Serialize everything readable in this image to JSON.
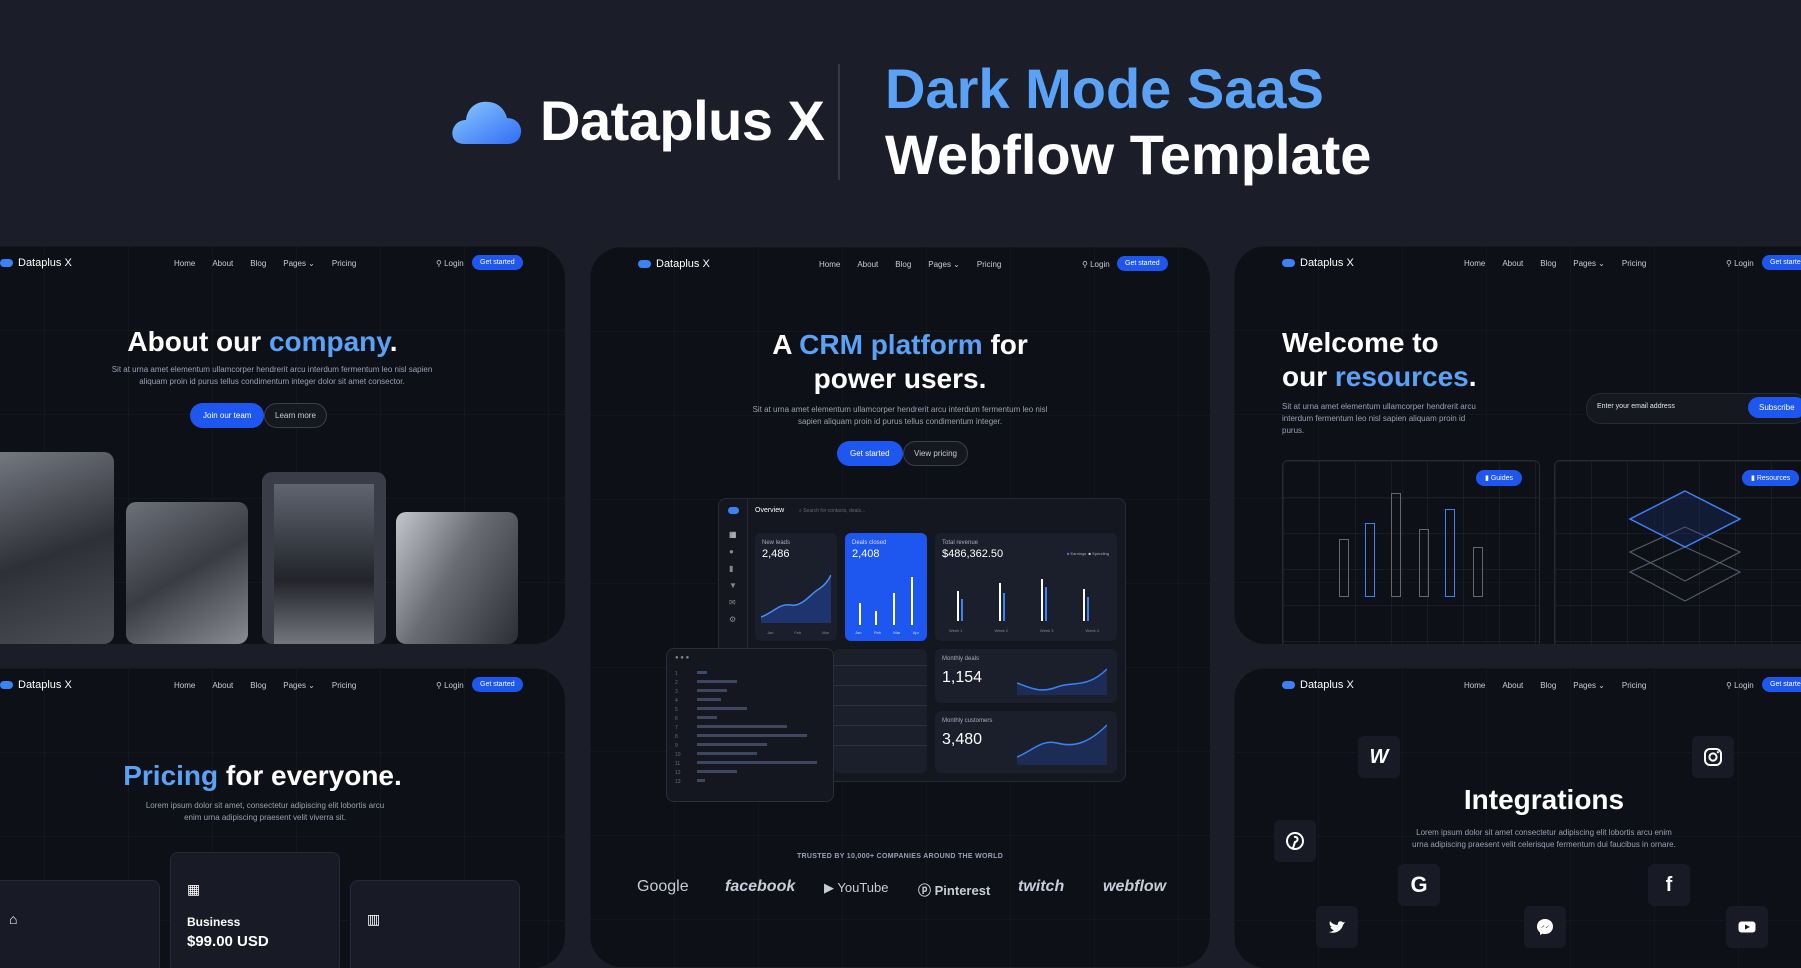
{
  "hero": {
    "brand": "Dataplus X",
    "title_line1": "Dark Mode SaaS",
    "title_line2": "Webflow Template"
  },
  "nav": {
    "brand": "Dataplus X",
    "links": [
      "Home",
      "About",
      "Blog",
      "Pages",
      "Pricing"
    ],
    "login": "Login",
    "cta": "Get started"
  },
  "about": {
    "title_a": "About our",
    "title_b": "company",
    "title_c": ".",
    "paragraph": "Sit at urna amet elementum ullamcorper hendrerit arcu interdum fermentum leo nisl sapien aliquam proin id purus tellus condimentum integer dolor sit amet consector.",
    "btn_primary": "Join our team",
    "btn_secondary": "Learn more"
  },
  "crm": {
    "title_a": "A",
    "title_b": "CRM platform",
    "title_c": "for",
    "title_d": "power users.",
    "paragraph": "Sit at urna amet elementum ullamcorper hendrerit arcu interdum fermentum leo nisl sapien aliquam proin id purus tellus condimentum integer.",
    "btn_primary": "Get started",
    "btn_secondary": "View pricing",
    "dashboard": {
      "tab": "Overview",
      "search_placeholder": "Search for contacts, deals...",
      "new_leads_label": "New leads",
      "new_leads": "2,486",
      "deals_closed_label": "Deals closed",
      "deals_closed": "2,408",
      "total_revenue_label": "Total revenue",
      "total_revenue": "$486,362.50",
      "legend_earnings": "Earnings",
      "legend_spending": "Spending",
      "weeks": [
        "Week 1",
        "Week 2",
        "Week 3",
        "Week 4"
      ],
      "months_a": [
        "Jan",
        "Feb",
        "Mar"
      ],
      "months_b": [
        "Jan",
        "Feb",
        "Mar",
        "Apr"
      ],
      "monthly_deals_label": "Monthly deals",
      "monthly_deals": "1,154",
      "monthly_customers_label": "Monthly customers",
      "monthly_customers": "3,480"
    },
    "trusted": "TRUSTED BY 10,000+ COMPANIES AROUND THE WORLD",
    "logos": [
      "Google",
      "facebook",
      "YouTube",
      "Pinterest",
      "twitch",
      "webflow"
    ]
  },
  "resources": {
    "title_a": "Welcome to",
    "title_b": "our",
    "title_c": "resources",
    "title_d": ".",
    "paragraph": "Sit at urna amet elementum ullamcorper hendrerit arcu interdum fermentum leo nisl sapien aliquam proin id purus.",
    "email_placeholder": "Enter your email address",
    "subscribe": "Subscribe",
    "tag_guides": "Guides",
    "tag_resources": "Resources"
  },
  "pricing": {
    "title_a": "Pricing",
    "title_b": "for everyone.",
    "paragraph": "Lorem ipsum dolor sit amet, consectetur adipiscing elit lobortis arcu enim urna adipiscing praesent velit viverra sit.",
    "plan_name": "Business",
    "plan_price": "$99.00 USD"
  },
  "integrations": {
    "title": "Integrations",
    "paragraph": "Lorem ipsum dolor sit amet consectetur adipiscing elit lobortis arcu enim urna adipiscing praesent velit celerisque fermentum dui faucibus in ornare."
  },
  "colors": {
    "accent": "#5aa2f6",
    "brand_blue": "#1e56f0",
    "background": "#1b1e29",
    "card": "#0e1017"
  }
}
